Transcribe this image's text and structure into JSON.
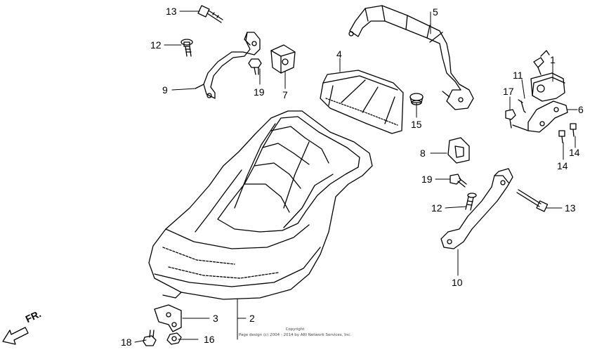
{
  "callouts": [
    {
      "id": "1",
      "label": "1"
    },
    {
      "id": "2",
      "label": "2"
    },
    {
      "id": "3",
      "label": "3"
    },
    {
      "id": "4",
      "label": "4"
    },
    {
      "id": "5",
      "label": "5"
    },
    {
      "id": "6",
      "label": "6"
    },
    {
      "id": "7",
      "label": "7"
    },
    {
      "id": "8",
      "label": "8"
    },
    {
      "id": "9",
      "label": "9"
    },
    {
      "id": "10",
      "label": "10"
    },
    {
      "id": "11",
      "label": "11"
    },
    {
      "id": "12a",
      "label": "12"
    },
    {
      "id": "12b",
      "label": "12"
    },
    {
      "id": "13a",
      "label": "13"
    },
    {
      "id": "13b",
      "label": "13"
    },
    {
      "id": "14a",
      "label": "14"
    },
    {
      "id": "14b",
      "label": "14"
    },
    {
      "id": "15",
      "label": "15"
    },
    {
      "id": "16",
      "label": "16"
    },
    {
      "id": "17",
      "label": "17"
    },
    {
      "id": "18",
      "label": "18"
    },
    {
      "id": "19a",
      "label": "19"
    },
    {
      "id": "19b",
      "label": "19"
    }
  ],
  "front_indicator": "FR.",
  "copyright": {
    "line1": "Copyright",
    "line2": "Page design (c) 2004 - 2014 by ARI Network Services, Inc."
  }
}
